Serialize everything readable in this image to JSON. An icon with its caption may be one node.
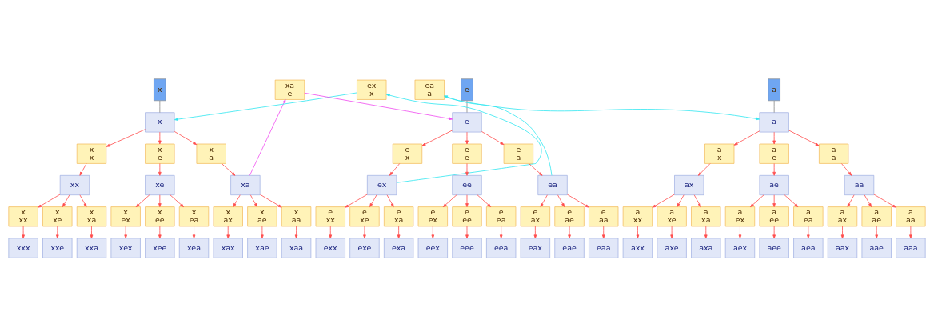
{
  "diagram": {
    "nodes": [
      {
        "text": [
          "x"
        ]
      },
      {
        "text": [
          "x"
        ]
      },
      {
        "text": [
          "x",
          "x"
        ]
      },
      {
        "text": [
          "xx"
        ]
      },
      {
        "text": [
          "x",
          "e"
        ]
      },
      {
        "text": [
          "xe"
        ]
      },
      {
        "text": [
          "x",
          "a"
        ]
      },
      {
        "text": [
          "xa"
        ]
      },
      {
        "text": [
          "x",
          "xx"
        ]
      },
      {
        "text": [
          "xxx"
        ]
      },
      {
        "text": [
          "x",
          "xe"
        ]
      },
      {
        "text": [
          "xxe"
        ]
      },
      {
        "text": [
          "x",
          "xa"
        ]
      },
      {
        "text": [
          "xxa"
        ]
      },
      {
        "text": [
          "x",
          "ex"
        ]
      },
      {
        "text": [
          "xex"
        ]
      },
      {
        "text": [
          "x",
          "ee"
        ]
      },
      {
        "text": [
          "xee"
        ]
      },
      {
        "text": [
          "x",
          "ea"
        ]
      },
      {
        "text": [
          "xea"
        ]
      },
      {
        "text": [
          "x",
          "ax"
        ]
      },
      {
        "text": [
          "xax"
        ]
      },
      {
        "text": [
          "x",
          "ae"
        ]
      },
      {
        "text": [
          "xae"
        ]
      },
      {
        "text": [
          "x",
          "aa"
        ]
      },
      {
        "text": [
          "xaa"
        ]
      },
      {
        "text": [
          "e"
        ]
      },
      {
        "text": [
          "e"
        ]
      },
      {
        "text": [
          "e",
          "x"
        ]
      },
      {
        "text": [
          "ex"
        ]
      },
      {
        "text": [
          "e",
          "e"
        ]
      },
      {
        "text": [
          "ee"
        ]
      },
      {
        "text": [
          "e",
          "a"
        ]
      },
      {
        "text": [
          "ea"
        ]
      },
      {
        "text": [
          "e",
          "xx"
        ]
      },
      {
        "text": [
          "exx"
        ]
      },
      {
        "text": [
          "e",
          "xe"
        ]
      },
      {
        "text": [
          "exe"
        ]
      },
      {
        "text": [
          "e",
          "xa"
        ]
      },
      {
        "text": [
          "exa"
        ]
      },
      {
        "text": [
          "e",
          "ex"
        ]
      },
      {
        "text": [
          "eex"
        ]
      },
      {
        "text": [
          "e",
          "ee"
        ]
      },
      {
        "text": [
          "eee"
        ]
      },
      {
        "text": [
          "e",
          "ea"
        ]
      },
      {
        "text": [
          "eea"
        ]
      },
      {
        "text": [
          "e",
          "ax"
        ]
      },
      {
        "text": [
          "eax"
        ]
      },
      {
        "text": [
          "e",
          "ae"
        ]
      },
      {
        "text": [
          "eae"
        ]
      },
      {
        "text": [
          "e",
          "aa"
        ]
      },
      {
        "text": [
          "eaa"
        ]
      },
      {
        "text": [
          "a"
        ]
      },
      {
        "text": [
          "a"
        ]
      },
      {
        "text": [
          "a",
          "x"
        ]
      },
      {
        "text": [
          "ax"
        ]
      },
      {
        "text": [
          "a",
          "e"
        ]
      },
      {
        "text": [
          "ae"
        ]
      },
      {
        "text": [
          "a",
          "a"
        ]
      },
      {
        "text": [
          "aa"
        ]
      },
      {
        "text": [
          "a",
          "xx"
        ]
      },
      {
        "text": [
          "axx"
        ]
      },
      {
        "text": [
          "a",
          "xe"
        ]
      },
      {
        "text": [
          "axe"
        ]
      },
      {
        "text": [
          "a",
          "xa"
        ]
      },
      {
        "text": [
          "axa"
        ]
      },
      {
        "text": [
          "a",
          "ex"
        ]
      },
      {
        "text": [
          "aex"
        ]
      },
      {
        "text": [
          "a",
          "ee"
        ]
      },
      {
        "text": [
          "aee"
        ]
      },
      {
        "text": [
          "a",
          "ea"
        ]
      },
      {
        "text": [
          "aea"
        ]
      },
      {
        "text": [
          "a",
          "ax"
        ]
      },
      {
        "text": [
          "aax"
        ]
      },
      {
        "text": [
          "a",
          "ae"
        ]
      },
      {
        "text": [
          "aae"
        ]
      },
      {
        "text": [
          "a",
          "aa"
        ]
      },
      {
        "text": [
          "aaa"
        ]
      },
      {
        "text": [
          "ex",
          "x"
        ]
      },
      {
        "text": [
          "xa",
          "e"
        ]
      },
      {
        "text": [
          "ea",
          "a"
        ]
      }
    ],
    "edges": [
      {
        "from": 0,
        "to": 1,
        "arrow": "none",
        "color": "#888888"
      },
      {
        "from": 1,
        "to": 2,
        "arrow": "to"
      },
      {
        "from": 2,
        "to": 3,
        "arrow": "to"
      },
      {
        "from": 1,
        "to": 4,
        "arrow": "to"
      },
      {
        "from": 4,
        "to": 5,
        "arrow": "to"
      },
      {
        "from": 1,
        "to": 6,
        "arrow": "to"
      },
      {
        "from": 6,
        "to": 7,
        "arrow": "to"
      },
      {
        "from": 3,
        "to": 8,
        "arrow": "to"
      },
      {
        "from": 8,
        "to": 9,
        "arrow": "to"
      },
      {
        "from": 3,
        "to": 10,
        "arrow": "to"
      },
      {
        "from": 10,
        "to": 11,
        "arrow": "to"
      },
      {
        "from": 3,
        "to": 12,
        "arrow": "to"
      },
      {
        "from": 12,
        "to": 13,
        "arrow": "to"
      },
      {
        "from": 5,
        "to": 14,
        "arrow": "to"
      },
      {
        "from": 14,
        "to": 15,
        "arrow": "to"
      },
      {
        "from": 5,
        "to": 16,
        "arrow": "to"
      },
      {
        "from": 16,
        "to": 17,
        "arrow": "to"
      },
      {
        "from": 5,
        "to": 18,
        "arrow": "to"
      },
      {
        "from": 18,
        "to": 19,
        "arrow": "to"
      },
      {
        "from": 7,
        "to": 20,
        "arrow": "to"
      },
      {
        "from": 20,
        "to": 21,
        "arrow": "to"
      },
      {
        "from": 7,
        "to": 22,
        "arrow": "to"
      },
      {
        "from": 22,
        "to": 23,
        "arrow": "to"
      },
      {
        "from": 7,
        "to": 24,
        "arrow": "to"
      },
      {
        "from": 24,
        "to": 25,
        "arrow": "to"
      },
      {
        "from": 26,
        "to": 27,
        "arrow": "none",
        "color": "#888888"
      },
      {
        "from": 27,
        "to": 28,
        "arrow": "to"
      },
      {
        "from": 28,
        "to": 29,
        "arrow": "to"
      },
      {
        "from": 27,
        "to": 30,
        "arrow": "to"
      },
      {
        "from": 30,
        "to": 31,
        "arrow": "to"
      },
      {
        "from": 27,
        "to": 32,
        "arrow": "to"
      },
      {
        "from": 32,
        "to": 33,
        "arrow": "to"
      },
      {
        "from": 29,
        "to": 34,
        "arrow": "to"
      },
      {
        "from": 34,
        "to": 35,
        "arrow": "to"
      },
      {
        "from": 29,
        "to": 36,
        "arrow": "to"
      },
      {
        "from": 36,
        "to": 37,
        "arrow": "to"
      },
      {
        "from": 29,
        "to": 38,
        "arrow": "to"
      },
      {
        "from": 38,
        "to": 39,
        "arrow": "to"
      },
      {
        "from": 31,
        "to": 40,
        "arrow": "to"
      },
      {
        "from": 40,
        "to": 41,
        "arrow": "to"
      },
      {
        "from": 31,
        "to": 42,
        "arrow": "to"
      },
      {
        "from": 42,
        "to": 43,
        "arrow": "to"
      },
      {
        "from": 31,
        "to": 44,
        "arrow": "to"
      },
      {
        "from": 44,
        "to": 45,
        "arrow": "to"
      },
      {
        "from": 33,
        "to": 46,
        "arrow": "to"
      },
      {
        "from": 46,
        "to": 47,
        "arrow": "to"
      },
      {
        "from": 33,
        "to": 48,
        "arrow": "to"
      },
      {
        "from": 48,
        "to": 49,
        "arrow": "to"
      },
      {
        "from": 33,
        "to": 50,
        "arrow": "to"
      },
      {
        "from": 50,
        "to": 51,
        "arrow": "to"
      },
      {
        "from": 52,
        "to": 53,
        "arrow": "none",
        "color": "#888888"
      },
      {
        "from": 53,
        "to": 54,
        "arrow": "to"
      },
      {
        "from": 54,
        "to": 55,
        "arrow": "to"
      },
      {
        "from": 53,
        "to": 56,
        "arrow": "to"
      },
      {
        "from": 56,
        "to": 57,
        "arrow": "to"
      },
      {
        "from": 53,
        "to": 58,
        "arrow": "to"
      },
      {
        "from": 58,
        "to": 59,
        "arrow": "to"
      },
      {
        "from": 55,
        "to": 60,
        "arrow": "to"
      },
      {
        "from": 60,
        "to": 61,
        "arrow": "to"
      },
      {
        "from": 55,
        "to": 62,
        "arrow": "to"
      },
      {
        "from": 62,
        "to": 63,
        "arrow": "to"
      },
      {
        "from": 55,
        "to": 64,
        "arrow": "to"
      },
      {
        "from": 64,
        "to": 65,
        "arrow": "to"
      },
      {
        "from": 57,
        "to": 66,
        "arrow": "to"
      },
      {
        "from": 66,
        "to": 67,
        "arrow": "to"
      },
      {
        "from": 57,
        "to": 68,
        "arrow": "to"
      },
      {
        "from": 68,
        "to": 69,
        "arrow": "to"
      },
      {
        "from": 57,
        "to": 70,
        "arrow": "to"
      },
      {
        "from": 70,
        "to": 71,
        "arrow": "to"
      },
      {
        "from": 59,
        "to": 72,
        "arrow": "to"
      },
      {
        "from": 72,
        "to": 73,
        "arrow": "to"
      },
      {
        "from": 59,
        "to": 74,
        "arrow": "to"
      },
      {
        "from": 74,
        "to": 75,
        "arrow": "to"
      },
      {
        "from": 59,
        "to": 76,
        "arrow": "to"
      },
      {
        "from": 76,
        "to": 77,
        "arrow": "to"
      },
      {
        "from": 29,
        "to": 78,
        "arrow": "to",
        "color": "#33e6f0"
      },
      {
        "from": 78,
        "to": 1,
        "arrow": "to",
        "color": "#33e6f0"
      },
      {
        "from": 7,
        "to": 79,
        "arrow": "to",
        "color": "#f04ef0"
      },
      {
        "from": 79,
        "to": 27,
        "arrow": "to",
        "color": "#f04ef0"
      },
      {
        "from": 33,
        "to": 80,
        "arrow": "to",
        "color": "#33e6f0"
      },
      {
        "from": 80,
        "to": 53,
        "arrow": "to",
        "color": "#33e6f0"
      }
    ]
  }
}
